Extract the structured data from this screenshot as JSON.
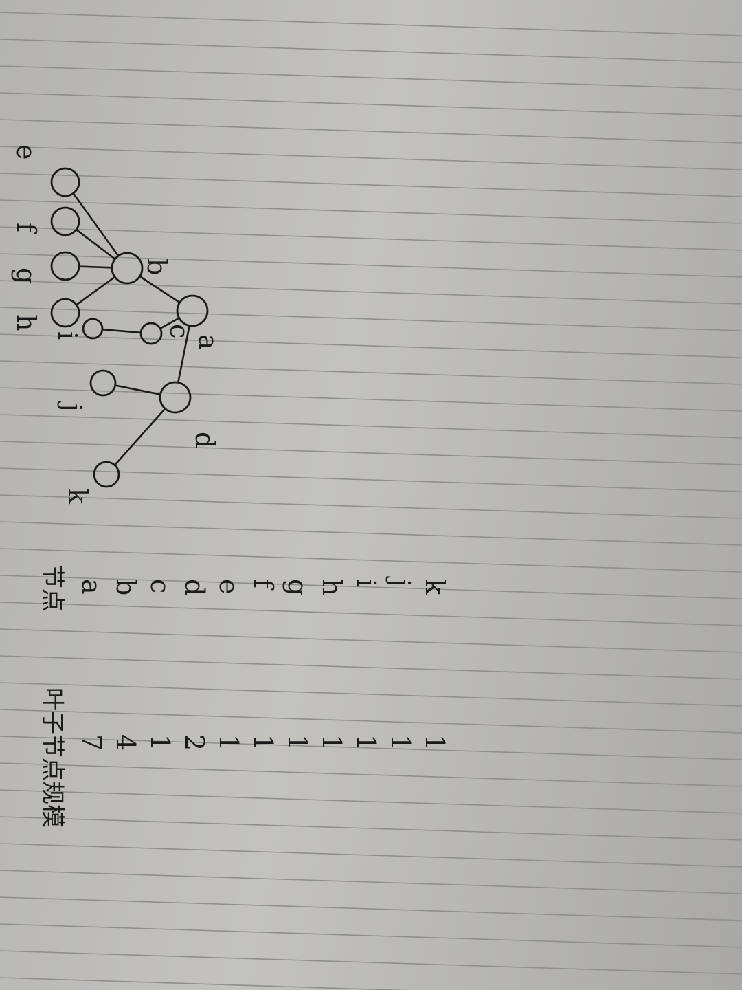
{
  "tree": {
    "nodes": [
      {
        "id": "a",
        "label": "a"
      },
      {
        "id": "b",
        "label": "b"
      },
      {
        "id": "c",
        "label": "c"
      },
      {
        "id": "d",
        "label": "d"
      },
      {
        "id": "e",
        "label": "e"
      },
      {
        "id": "f",
        "label": "f"
      },
      {
        "id": "g",
        "label": "g"
      },
      {
        "id": "h",
        "label": "h"
      },
      {
        "id": "i",
        "label": "i"
      },
      {
        "id": "j",
        "label": "j"
      },
      {
        "id": "k",
        "label": "k"
      }
    ],
    "edges": [
      [
        "a",
        "b"
      ],
      [
        "a",
        "c"
      ],
      [
        "a",
        "d"
      ],
      [
        "b",
        "e"
      ],
      [
        "b",
        "f"
      ],
      [
        "b",
        "g"
      ],
      [
        "b",
        "h"
      ],
      [
        "c",
        "i"
      ],
      [
        "d",
        "j"
      ],
      [
        "d",
        "k"
      ]
    ]
  },
  "table": {
    "header_node": "节点",
    "header_leaves": "叶子节点规模",
    "rows": [
      {
        "node": "a",
        "leaves": "7"
      },
      {
        "node": "b",
        "leaves": "4"
      },
      {
        "node": "c",
        "leaves": "1"
      },
      {
        "node": "d",
        "leaves": "2"
      },
      {
        "node": "e",
        "leaves": "1"
      },
      {
        "node": "f",
        "leaves": "1"
      },
      {
        "node": "g",
        "leaves": "1"
      },
      {
        "node": "h",
        "leaves": "1"
      },
      {
        "node": "i",
        "leaves": "1"
      },
      {
        "node": "j",
        "leaves": "1"
      },
      {
        "node": "k",
        "leaves": "1"
      }
    ]
  },
  "colors": {
    "ink": "#1a1a1a",
    "rule": "#8e8e8a",
    "paper": "#bdbcb9"
  }
}
